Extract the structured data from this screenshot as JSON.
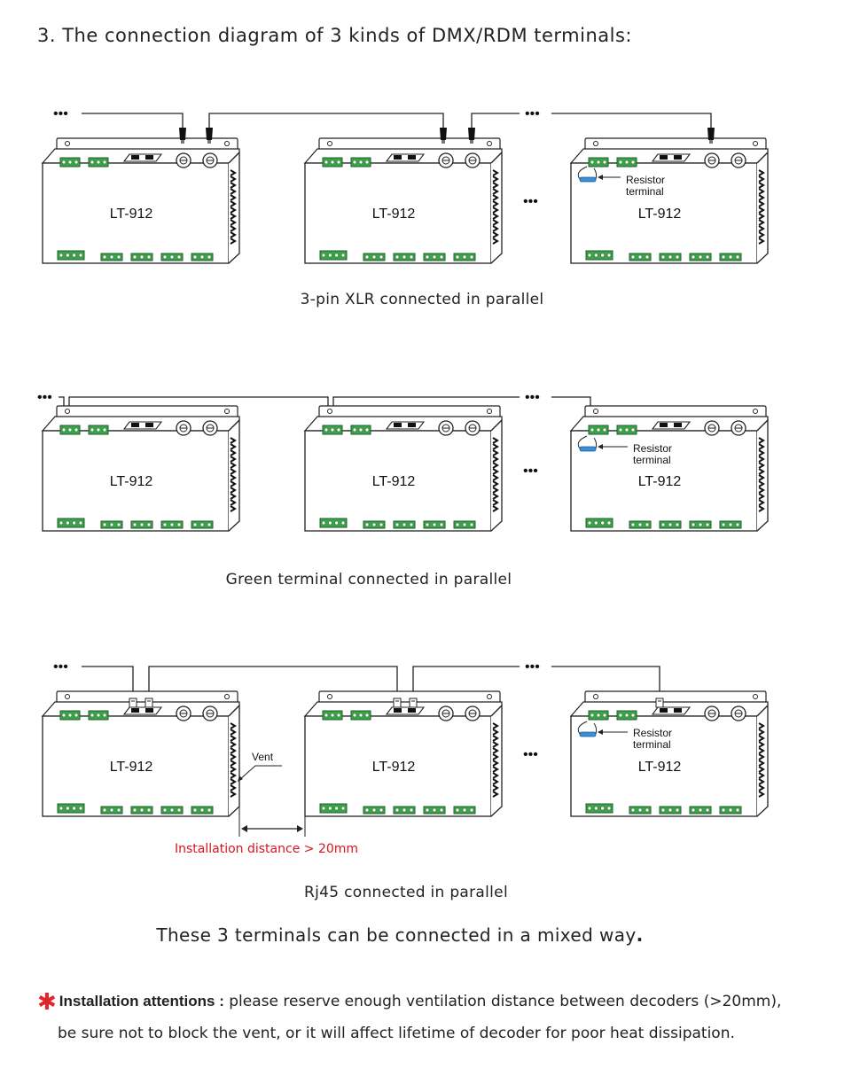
{
  "heading": "3. The connection diagram of 3 kinds of DMX/RDM terminals:",
  "device_label": "LT-912",
  "ellipsis": "•••",
  "resistor_label_line1": "Resistor",
  "resistor_label_line2": "terminal",
  "vent_label": "Vent",
  "distance_label": "Installation distance > 20mm",
  "captions": {
    "xlr": "3-pin XLR connected in parallel",
    "green": "Green terminal connected in parallel",
    "rj45": "Rj45 connected in parallel"
  },
  "mixed_note": "These 3 terminals can be connected in a mixed way",
  "mixed_period": ".",
  "attention": {
    "title": "Installation attentions :",
    "text_line1": " please reserve enough ventilation distance between decoders (>20mm),",
    "text_line2": "be sure not to block the vent, or it will affect lifetime of decoder for poor heat dissipation."
  },
  "colors": {
    "accent_red": "#d9141f",
    "terminal_green": "#3aa44a",
    "wire": "#222222"
  }
}
